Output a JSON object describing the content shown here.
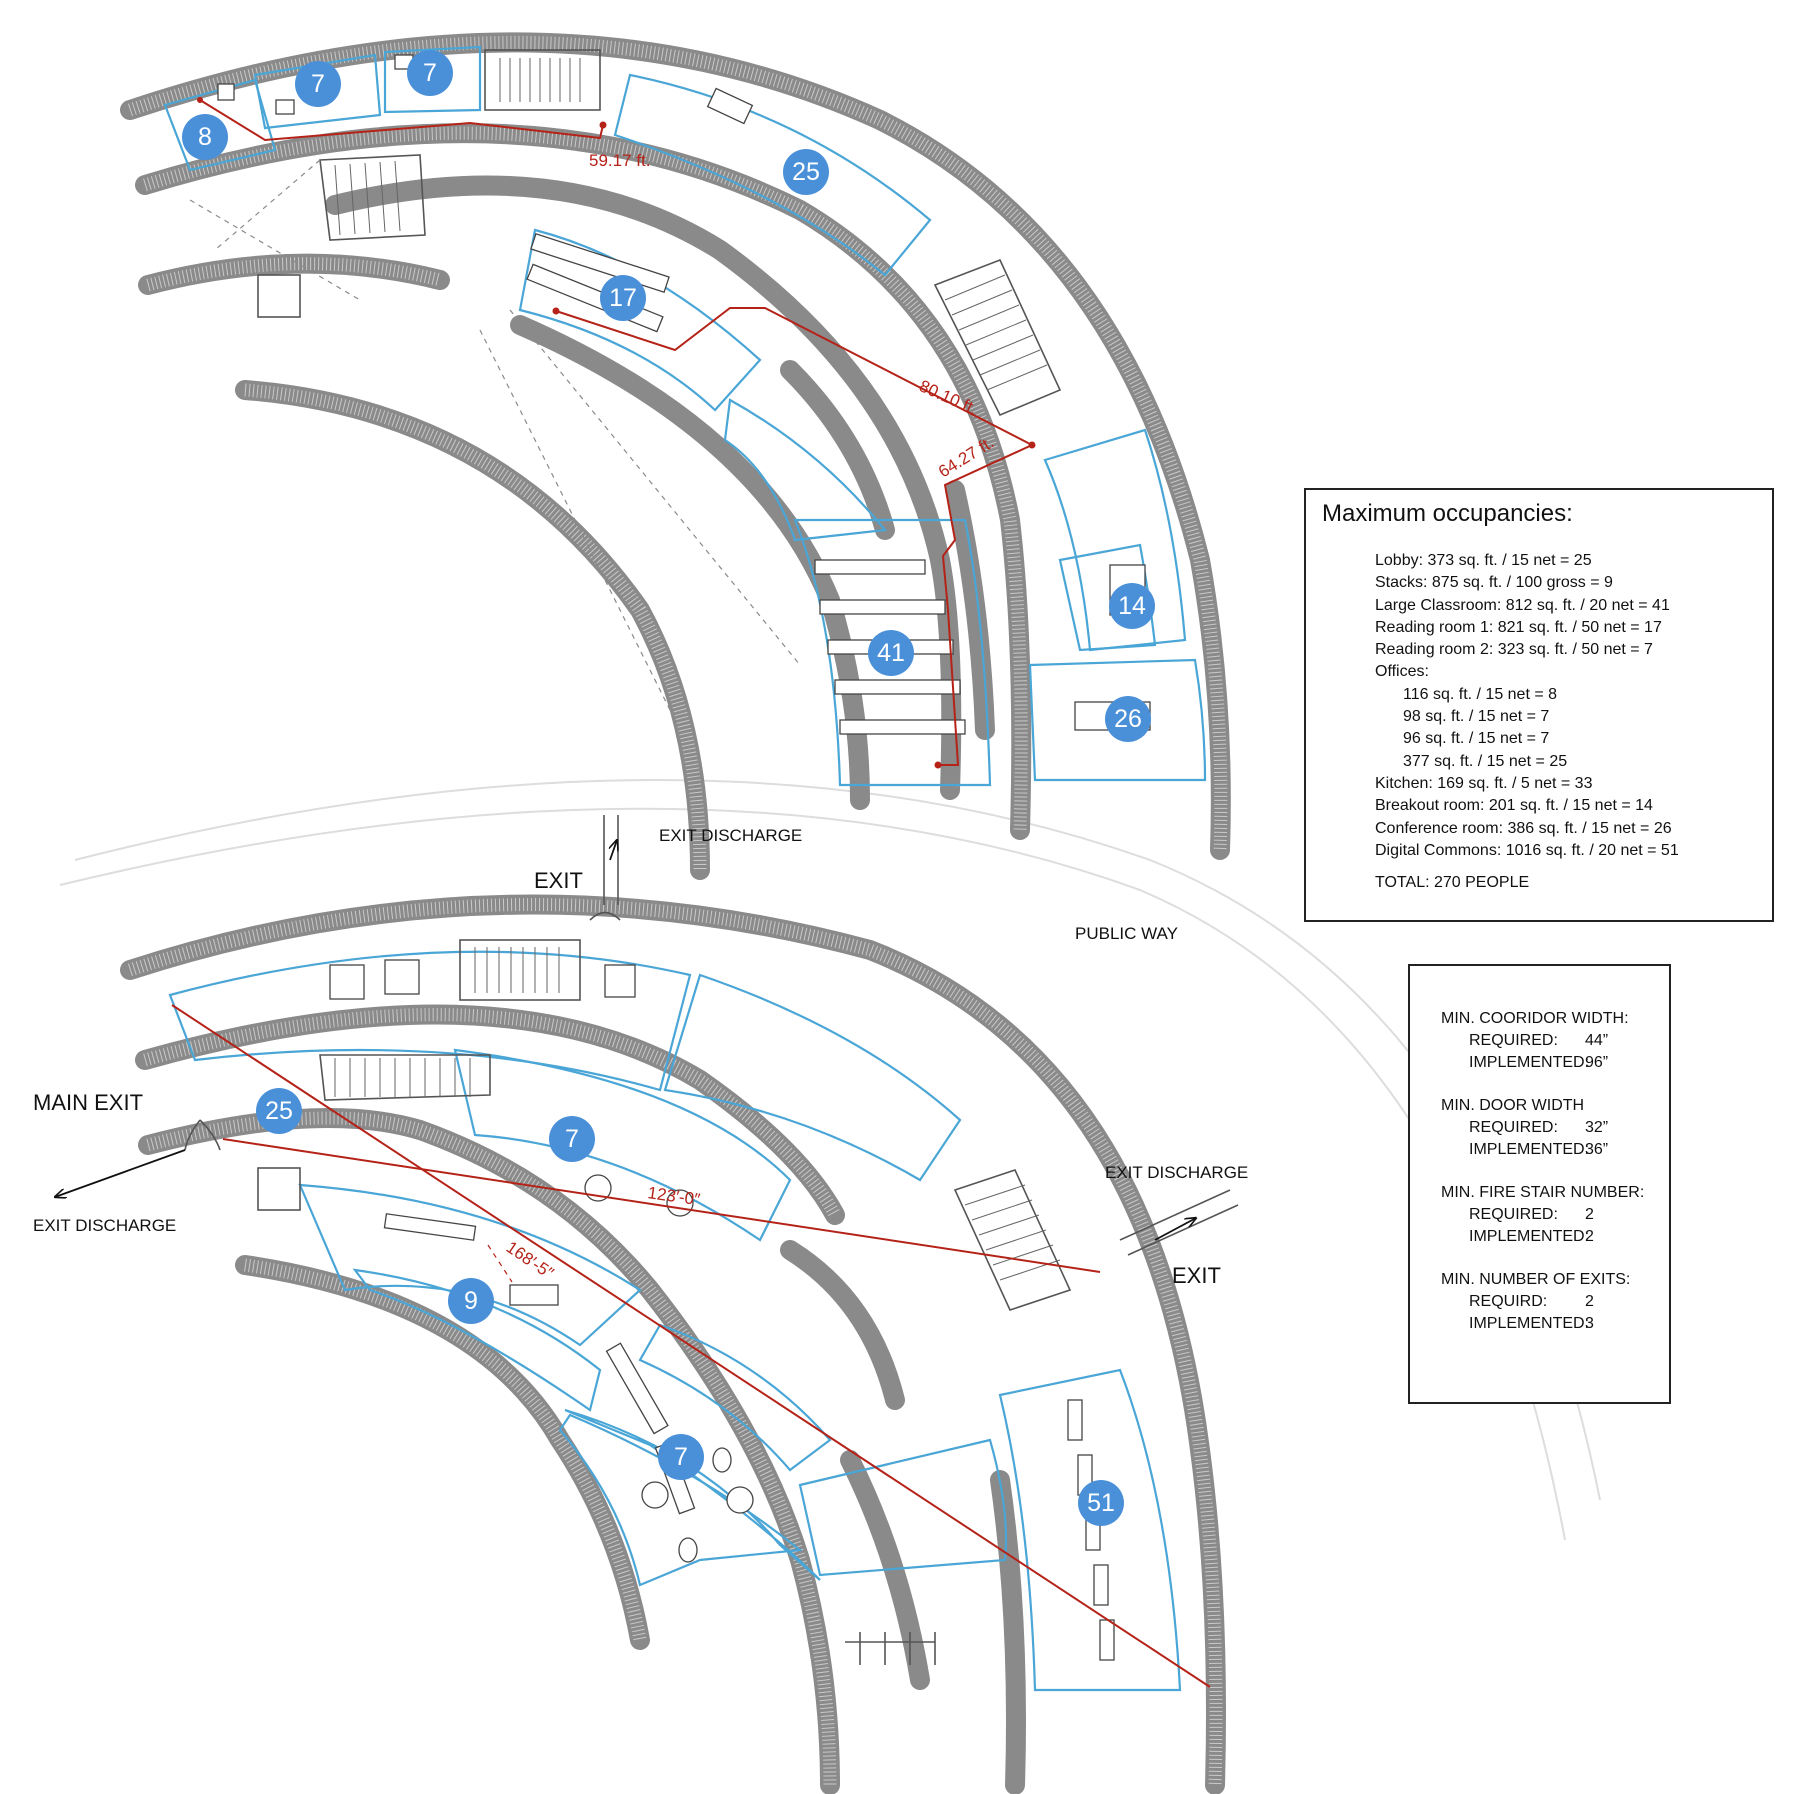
{
  "occupancy_panel": {
    "title": "Maximum occupancies:",
    "lines": [
      {
        "text": "Lobby: 373 sq. ft. / 15 net = 25",
        "indent": false
      },
      {
        "text": "Stacks: 875 sq. ft. / 100 gross = 9",
        "indent": false
      },
      {
        "text": "Large Classroom: 812 sq. ft. / 20 net = 41",
        "indent": false
      },
      {
        "text": "Reading room 1: 821 sq. ft. / 50 net = 17",
        "indent": false
      },
      {
        "text": "Reading room 2: 323 sq. ft. / 50 net = 7",
        "indent": false
      },
      {
        "text": "Offices:",
        "indent": false
      },
      {
        "text": "116 sq. ft. / 15 net = 8",
        "indent": true
      },
      {
        "text": "98 sq. ft. / 15 net = 7",
        "indent": true
      },
      {
        "text": "96 sq. ft. / 15 net = 7",
        "indent": true
      },
      {
        "text": "377 sq. ft. / 15 net = 25",
        "indent": true
      },
      {
        "text": "Kitchen: 169 sq. ft. / 5 net = 33",
        "indent": false
      },
      {
        "text": "Breakout room: 201 sq. ft. / 15 net = 14",
        "indent": false
      },
      {
        "text": "Conference room: 386 sq. ft. / 15 net = 26",
        "indent": false
      },
      {
        "text": "Digital Commons: 1016 sq. ft. / 20 net = 51",
        "indent": false
      }
    ],
    "total": "TOTAL: 270 PEOPLE"
  },
  "requirements_panel": {
    "groups": [
      {
        "heading": "MIN. COORIDOR WIDTH:",
        "rows": [
          {
            "label": "REQUIRED:",
            "value": "44”"
          },
          {
            "label": "IMPLEMENTED:",
            "value": "96”"
          }
        ]
      },
      {
        "heading": "MIN. DOOR WIDTH",
        "rows": [
          {
            "label": "REQUIRED:",
            "value": "32”"
          },
          {
            "label": "IMPLEMENTED:",
            "value": "36”"
          }
        ]
      },
      {
        "heading": "MIN. FIRE STAIR NUMBER:",
        "rows": [
          {
            "label": "REQUIRED:",
            "value": "2"
          },
          {
            "label": "IMPLEMENTED:",
            "value": "2"
          }
        ]
      },
      {
        "heading": "MIN. NUMBER OF EXITS:",
        "rows": [
          {
            "label": "REQUIRD:",
            "value": "2"
          },
          {
            "label": "IMPLEMENTED:",
            "value": "3"
          }
        ]
      }
    ]
  },
  "upper_floor": {
    "occupancy_badges": [
      "8",
      "7",
      "7",
      "25",
      "17",
      "41",
      "14",
      "26"
    ],
    "travel_distances": [
      "59.17 ft.",
      "80.10 ft.",
      "64.27 ft."
    ]
  },
  "lower_floor": {
    "occupancy_badges": [
      "25",
      "7",
      "9",
      "7",
      "51"
    ],
    "travel_distances": [
      "123′-0″",
      "168′-5″"
    ]
  },
  "labels": {
    "exit_top": "EXIT",
    "exit_discharge_top": "EXIT DISCHARGE",
    "public_way": "PUBLIC WAY",
    "main_exit": "MAIN EXIT",
    "exit_discharge_left": "EXIT DISCHARGE",
    "exit_discharge_right": "EXIT DISCHARGE",
    "exit_right": "EXIT"
  },
  "colors": {
    "badge": "#4a90d9",
    "egress_path": "#b52218",
    "room_outline": "#4aa6d6",
    "wall": "#8a8a8a"
  }
}
